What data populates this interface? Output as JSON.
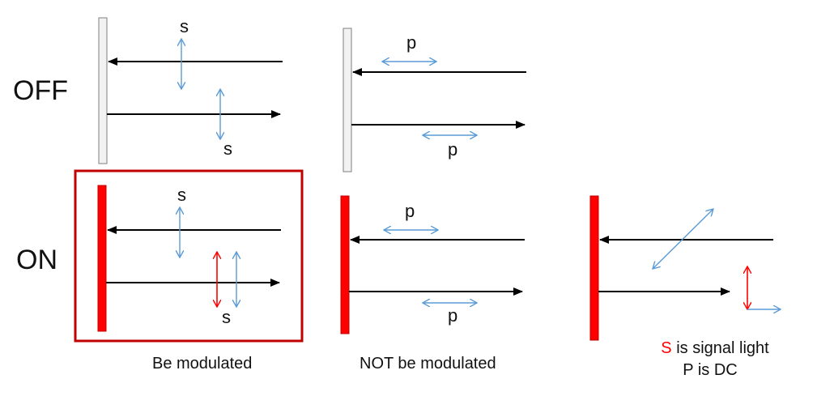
{
  "rows": {
    "off": "OFF",
    "on": "ON"
  },
  "labels": {
    "off_s_in": "s",
    "off_s_out": "s",
    "off_p_in": "p",
    "off_p_out": "p",
    "on_s_in": "s",
    "on_s_out": "s",
    "on_p_in": "p",
    "on_p_out": "p"
  },
  "captions": {
    "modulated": "Be modulated",
    "not_modulated": "NOT be modulated"
  },
  "legend": {
    "s_letter": "S",
    "s_rest": " is signal light",
    "p_line": "P is DC"
  },
  "colors": {
    "signal_red": "#ff0000",
    "highlight_border": "#c00000",
    "polarization_blue": "#5b9bd5",
    "mirror_off_fill": "#f2f2f2",
    "mirror_off_stroke": "#7f7f7f",
    "beam": "#000000"
  }
}
